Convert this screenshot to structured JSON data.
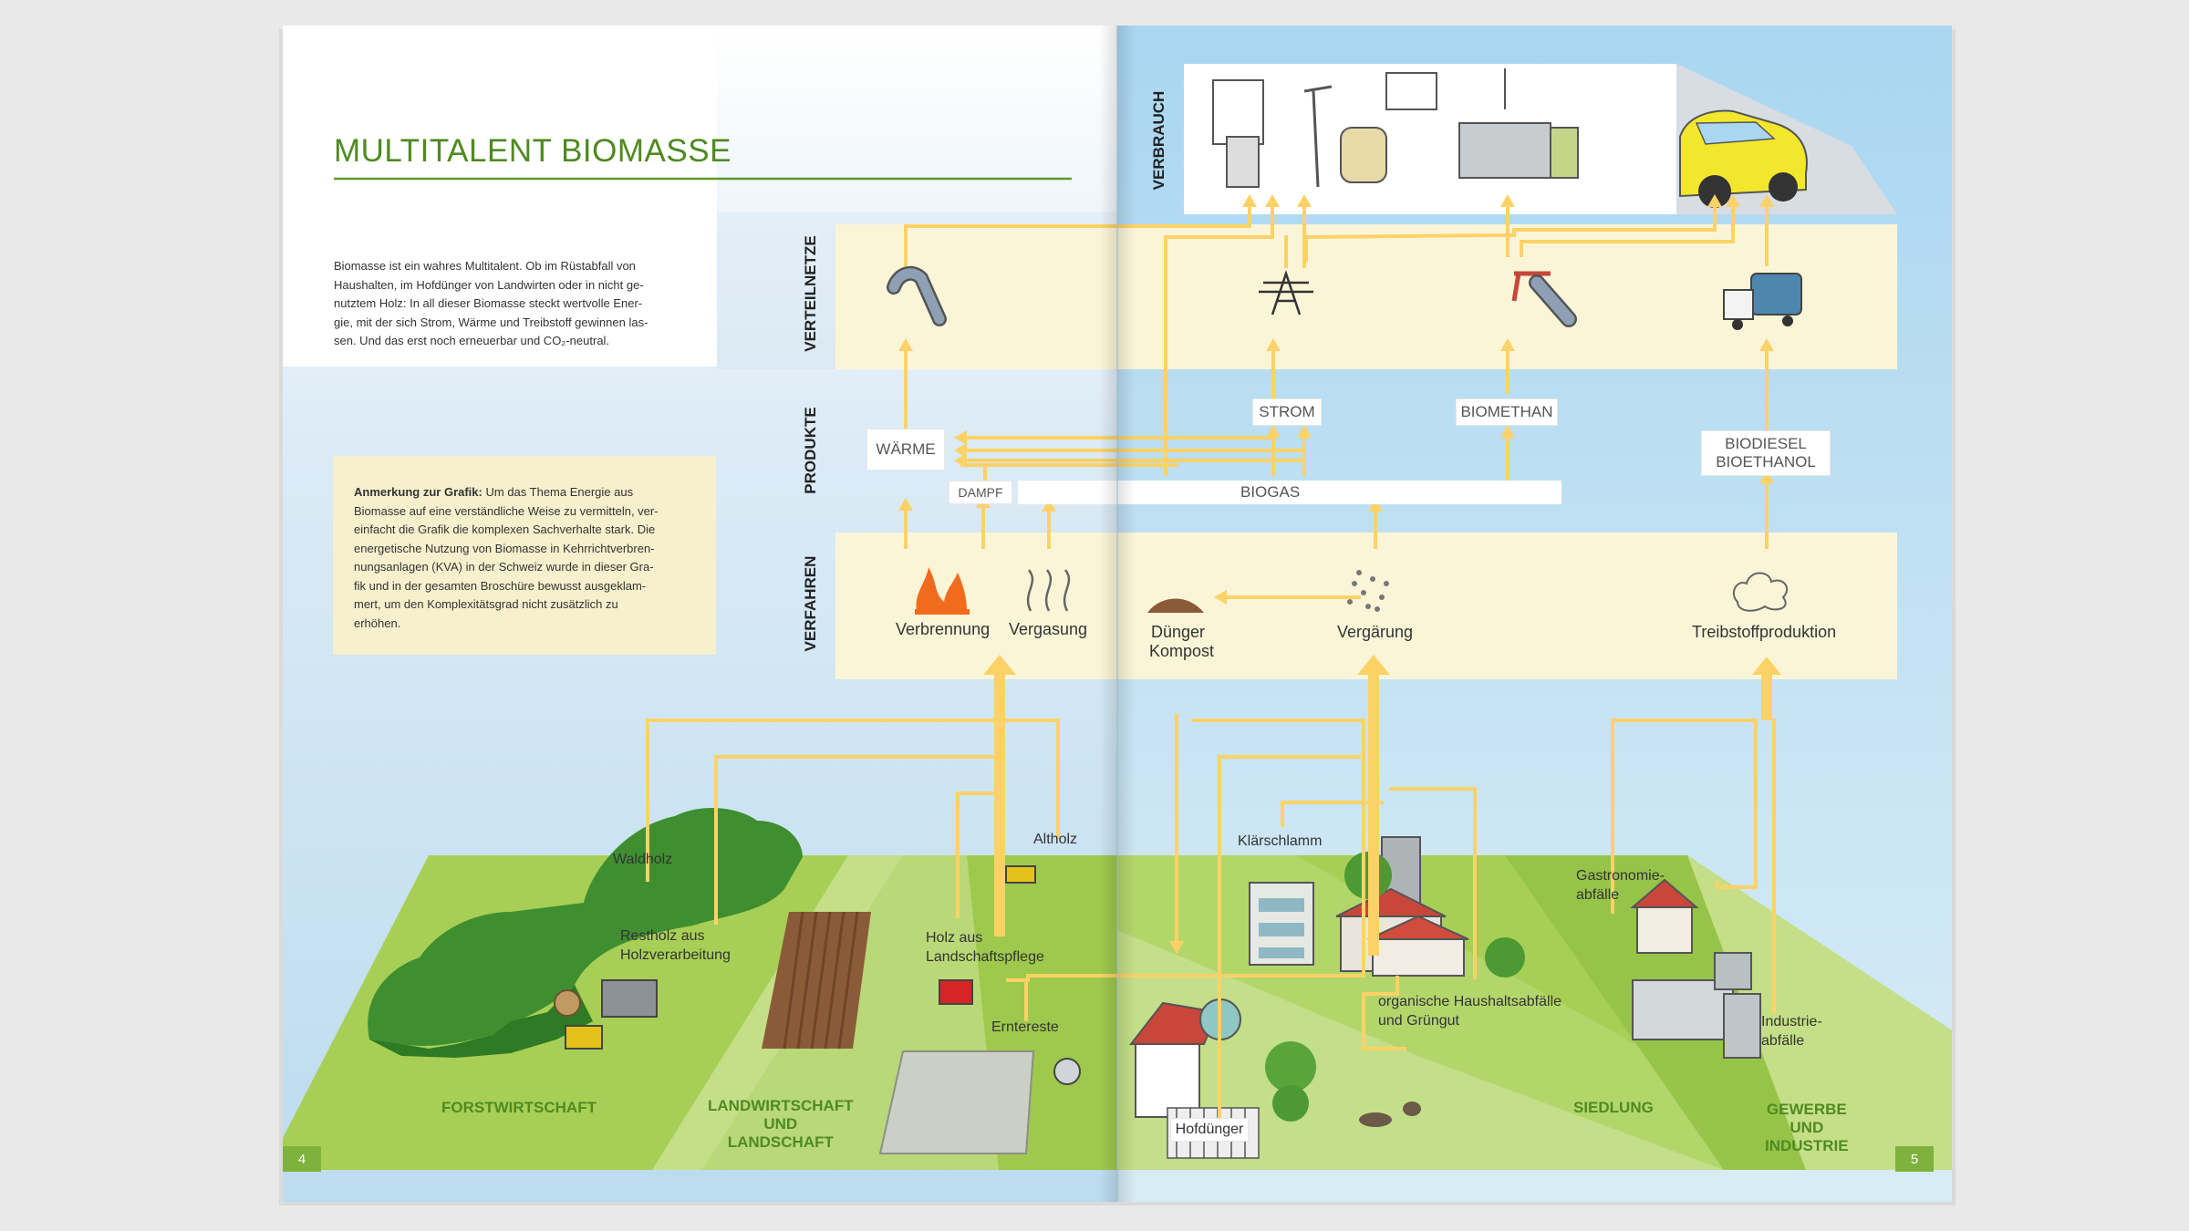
{
  "title": "MULTITALENT BIOMASSE",
  "intro_lines": [
    "Biomasse ist ein wahres Multitalent. Ob im Rüstabfall von",
    "Haushalten, im Hofdünger von Landwirten oder in nicht ge-",
    "nutztem Holz: In all dieser Biomasse steckt wertvolle Ener-",
    "gie, mit der sich Strom, Wärme und Treibstoff gewinnen las-",
    "sen. Und das erst noch erneuerbar und CO₂-neutral."
  ],
  "note": {
    "label": "Anmerkung zur Grafik:",
    "first_line_rest": "Um das Thema Energie aus",
    "lines": [
      "Biomasse auf eine verständliche Weise zu vermitteln, ver-",
      "einfacht die Grafik die komplexen Sachverhalte stark. Die",
      "energetische Nutzung von Biomasse in Kehrrichtverbren-",
      "nungsanlagen (KVA) in der Schweiz wurde in dieser Gra-",
      "fik und in der gesamten Broschüre bewusst ausgeklam-",
      "mert, um den Komplexitätsgrad nicht zusätzlich zu",
      "erhöhen."
    ]
  },
  "rows": {
    "verbrauch": "VERBRAUCH",
    "verteilnetze": "VERTEILNETZE",
    "produkte": "PRODUKTE",
    "verfahren": "VERFAHREN"
  },
  "products": {
    "waerme": "WÄRME",
    "dampf": "DAMPF",
    "biogas": "BIOGAS",
    "strom": "STROM",
    "biomethan": "BIOMETHAN",
    "biodiesel": "BIODIESEL",
    "bioethanol": "BIOETHANOL"
  },
  "processes": {
    "verbrennung": "Verbrennung",
    "vergasung": "Vergasung",
    "duenger": "Dünger",
    "kompost": "Kompost",
    "vergaerung": "Vergärung",
    "treibstoff": "Treibstoffproduktion"
  },
  "sources": {
    "waldholz": "Waldholz",
    "restholz_1": "Restholz aus",
    "restholz_2": "Holzverarbeitung",
    "altholz": "Altholz",
    "holz_1": "Holz aus",
    "holz_2": "Landschaftspflege",
    "erntereste": "Erntereste",
    "hofduenger": "Hofdünger",
    "klaerschlamm": "Klärschlamm",
    "organisch_1": "organische Haushaltsabfälle",
    "organisch_2": "und Grüngut",
    "gastro_1": "Gastronomie-",
    "gastro_2": "abfälle",
    "industrie_1": "Industrie-",
    "industrie_2": "abfälle"
  },
  "zones": {
    "forst": "FORSTWIRTSCHAFT",
    "land_1": "LANDWIRTSCHAFT",
    "land_2": "UND",
    "land_3": "LANDSCHAFT",
    "siedlung": "SIEDLUNG",
    "gewerbe_1": "GEWERBE",
    "gewerbe_2": "UND",
    "gewerbe_3": "INDUSTRIE"
  },
  "page_left": "4",
  "page_right": "5",
  "colors": {
    "arrow": "#fcd267",
    "band": "#fbf5d8",
    "field": "#a9cf57",
    "title": "#4f8a22"
  }
}
